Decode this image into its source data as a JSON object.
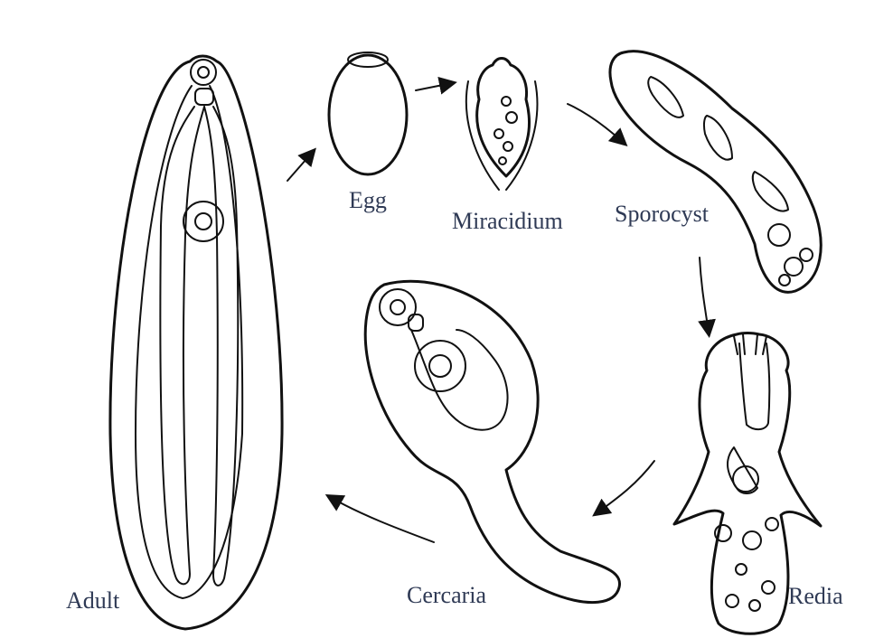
{
  "labels": {
    "egg": "Egg",
    "miracidium": "Miracidium",
    "sporocyst": "Sporocyst",
    "redia": "Redia",
    "cercaria": "Cercaria",
    "adult": "Adult"
  }
}
